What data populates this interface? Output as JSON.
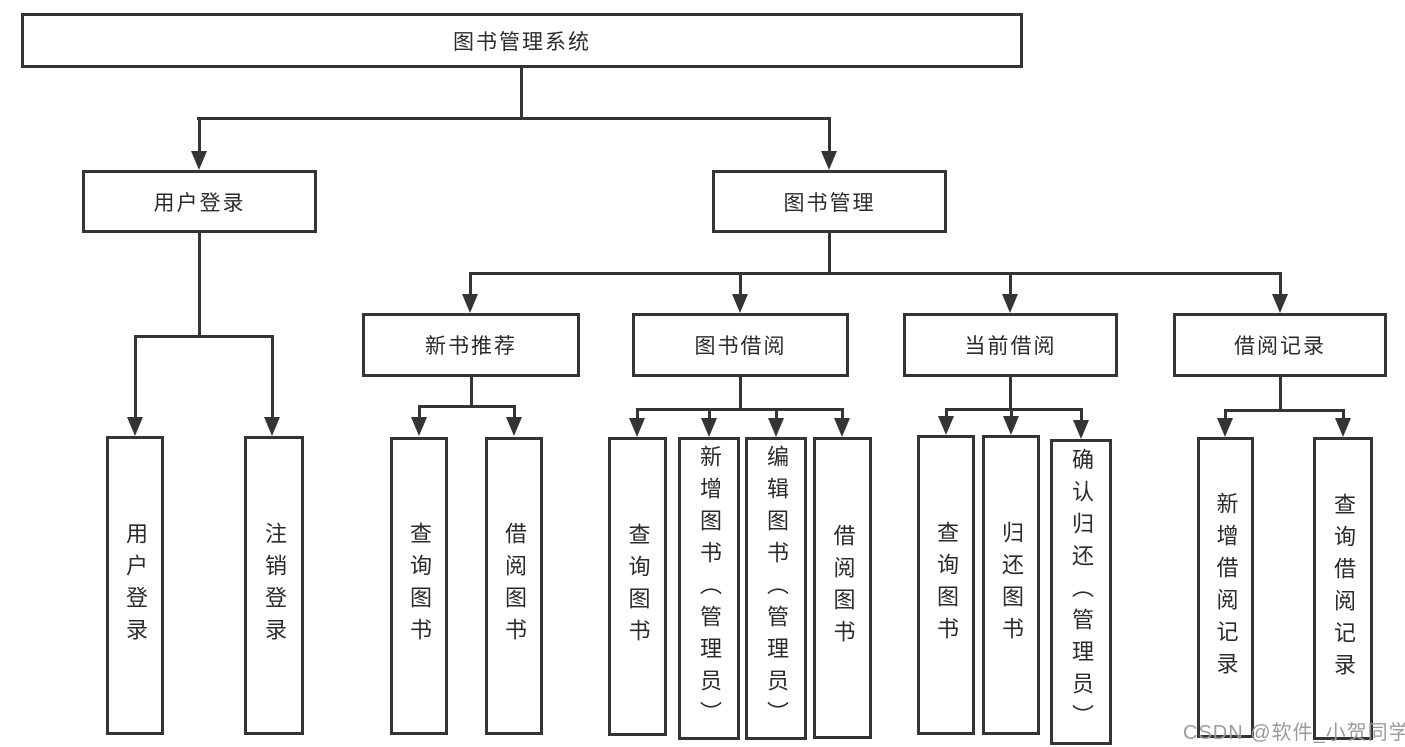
{
  "diagram": {
    "title": "图书管理系统",
    "root": {
      "label": "图书管理系统"
    },
    "branches": {
      "user_login": {
        "label": "用户登录",
        "children": {
          "login": {
            "label": "用户登录"
          },
          "logout": {
            "label": "注销登录"
          }
        }
      },
      "book_mgmt": {
        "label": "图书管理",
        "sections": {
          "new_book": {
            "label": "新书推荐",
            "children": {
              "query": {
                "label": "查询图书"
              },
              "borrow": {
                "label": "借阅图书"
              }
            }
          },
          "borrowing": {
            "label": "图书借阅",
            "children": {
              "query": {
                "label": "查询图书"
              },
              "add": {
                "label": "新增图书（管理员）"
              },
              "edit": {
                "label": "编辑图书（管理员）"
              },
              "borrow": {
                "label": "借阅图书"
              }
            }
          },
          "current": {
            "label": "当前借阅",
            "children": {
              "query": {
                "label": "查询图书"
              },
              "return": {
                "label": "归还图书"
              },
              "confirm": {
                "label": "确认归还（管理员）"
              }
            }
          },
          "records": {
            "label": "借阅记录",
            "children": {
              "add": {
                "label": "新增借阅记录"
              },
              "query": {
                "label": "查询借阅记录"
              }
            }
          }
        }
      }
    }
  },
  "watermark": {
    "text": "CSDN @软件_小贺同学"
  },
  "colors": {
    "line": "#343434",
    "text": "#2b2b2b",
    "background": "#ffffff",
    "watermark": "#9b9b9b"
  }
}
